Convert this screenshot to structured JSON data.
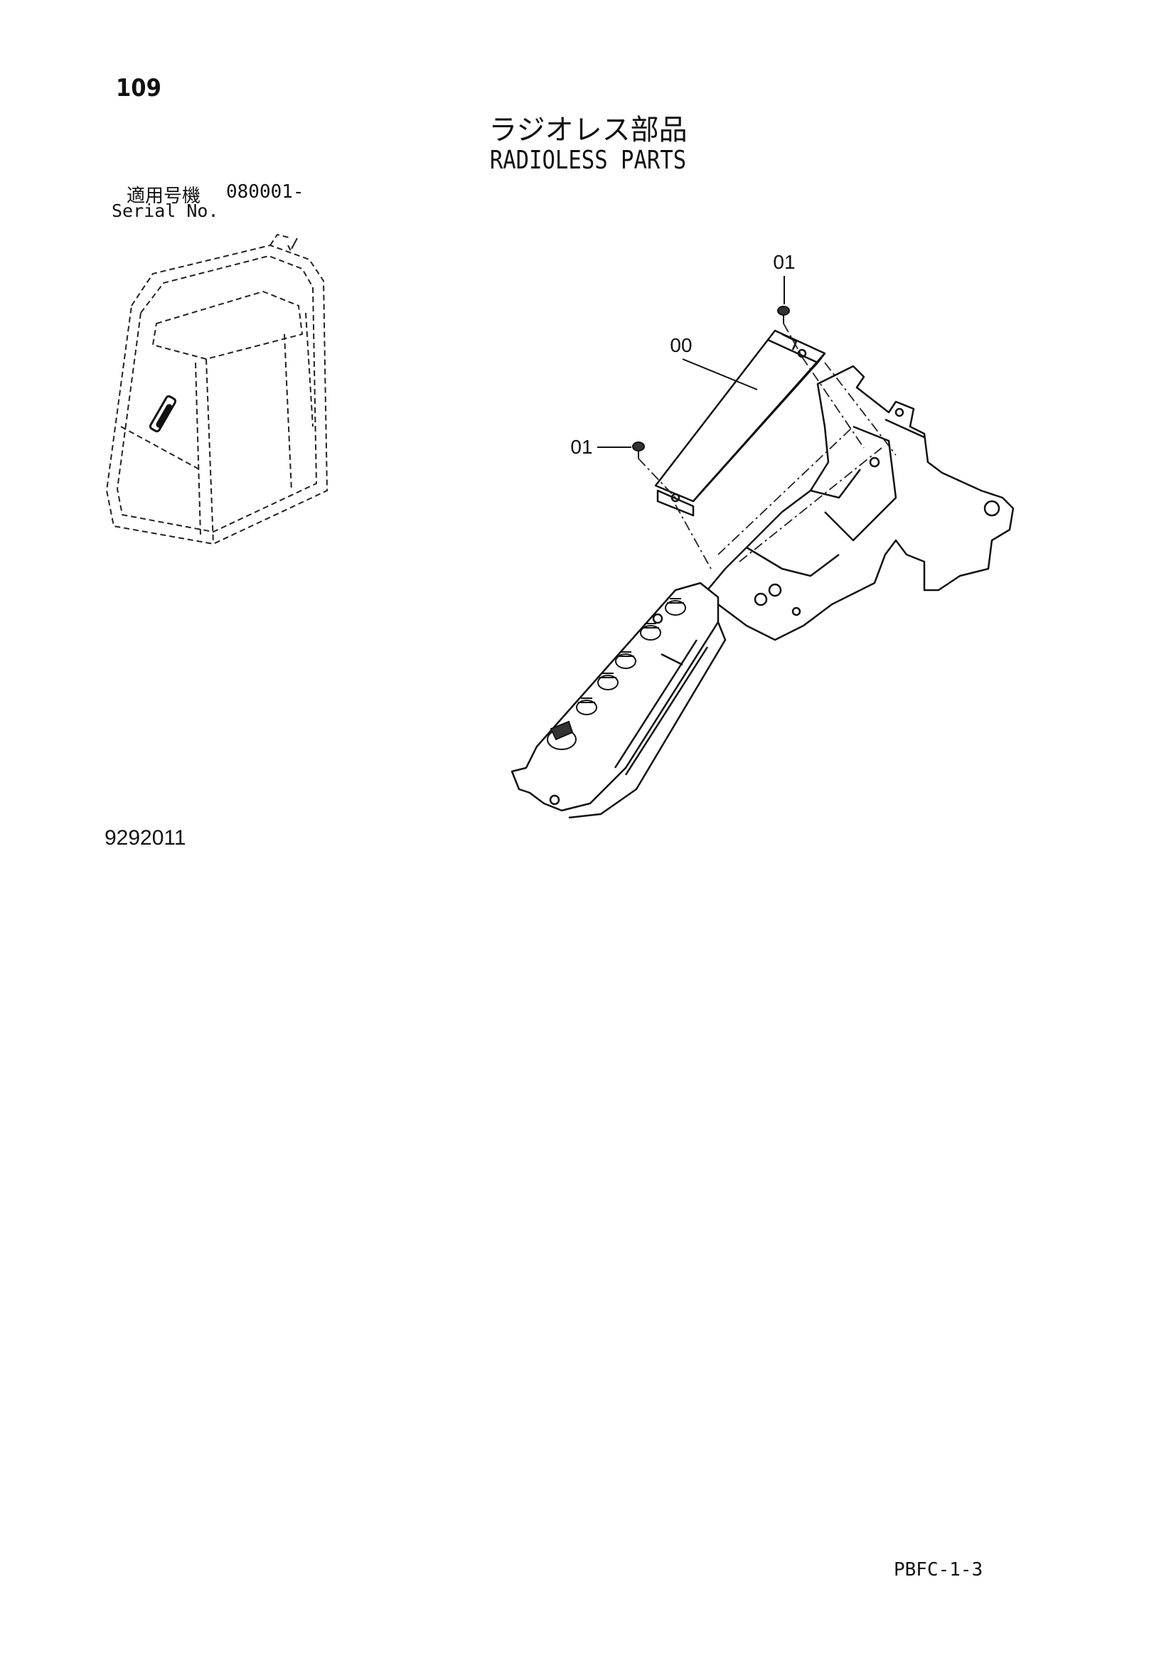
{
  "header": {
    "page_number": "109",
    "title_ja": "ラジオレス部品",
    "title_en": "RADIOLESS PARTS"
  },
  "serial": {
    "label_ja": "適用号機",
    "range": "080001-",
    "label_en": "Serial No."
  },
  "diagram": {
    "callouts": [
      "01",
      "00",
      "01"
    ]
  },
  "footer": {
    "figure_number": "9292011",
    "page_code": "PBFC-1-3"
  }
}
